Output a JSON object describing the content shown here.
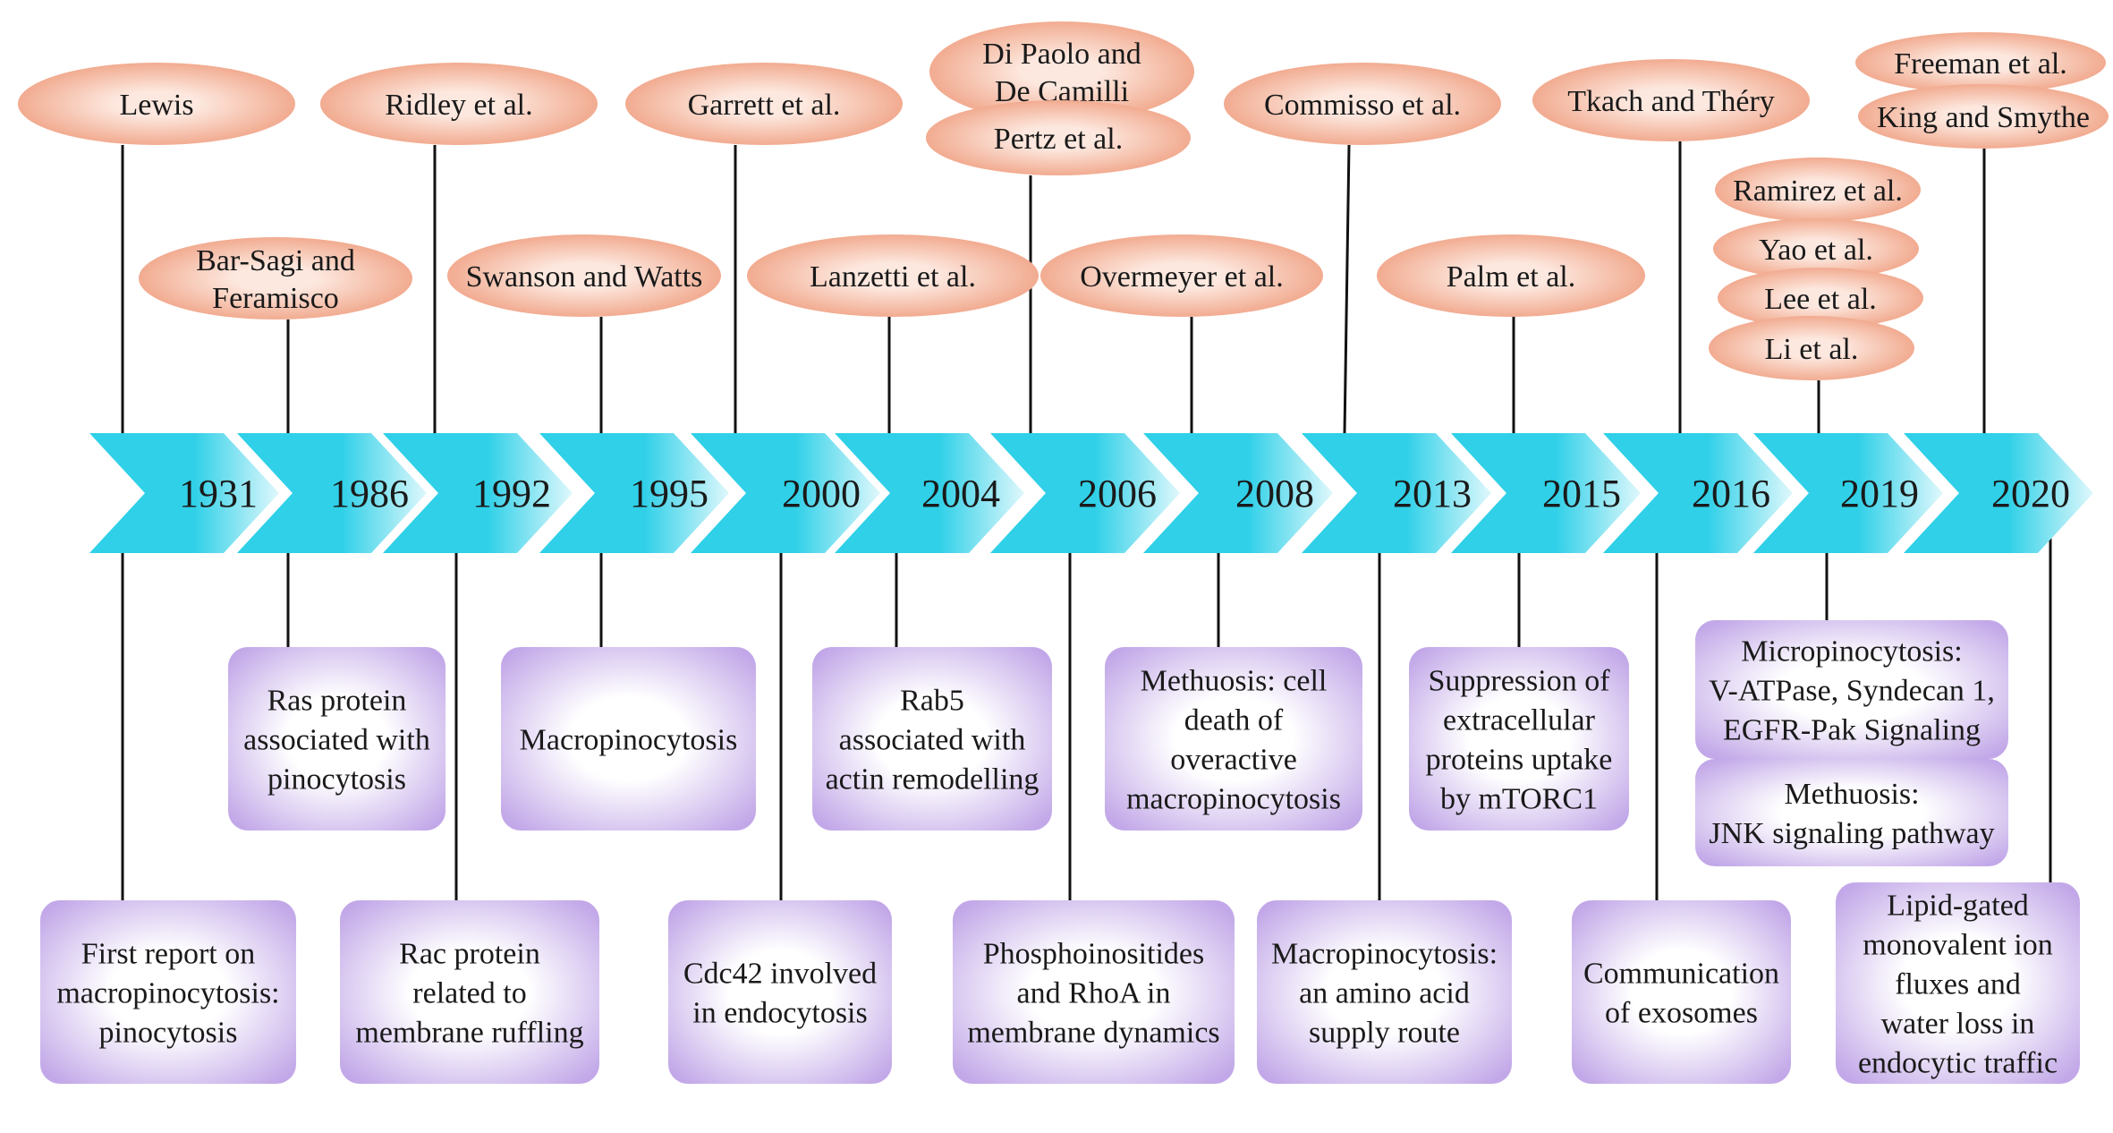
{
  "colors": {
    "arrow": "#2fd0e8",
    "arrow_light": "#dff8fc",
    "author_oval": "#ee9a7a",
    "author_oval_light": "#fde8df",
    "event_box": "#c2a8e8",
    "event_box_light": "#ffffff",
    "connector": "#111111"
  },
  "timeline": {
    "years": [
      "1931",
      "1986",
      "1992",
      "1995",
      "2000",
      "2004",
      "2006",
      "2008",
      "2013",
      "2015",
      "2016",
      "2019",
      "2020"
    ],
    "authors": [
      {
        "lines": [
          "Lewis"
        ]
      },
      {
        "lines": [
          "Bar-Sagi and",
          "Feramisco"
        ]
      },
      {
        "lines": [
          "Ridley et al."
        ]
      },
      {
        "lines": [
          "Swanson and Watts"
        ]
      },
      {
        "lines": [
          "Garrett et al."
        ]
      },
      {
        "lines": [
          "Lanzetti et al."
        ]
      },
      {
        "lines": [
          "Di Paolo and",
          "De Camilli"
        ]
      },
      {
        "lines": [
          "Pertz et al."
        ]
      },
      {
        "lines": [
          "Overmeyer et al."
        ]
      },
      {
        "lines": [
          "Commisso et al."
        ]
      },
      {
        "lines": [
          "Palm et al."
        ]
      },
      {
        "lines": [
          "Tkach and Théry"
        ]
      },
      {
        "lines": [
          "Ramirez et al."
        ]
      },
      {
        "lines": [
          "Yao et al."
        ]
      },
      {
        "lines": [
          "Lee et al."
        ]
      },
      {
        "lines": [
          "Li et al."
        ]
      },
      {
        "lines": [
          "Freeman et al."
        ]
      },
      {
        "lines": [
          "King and Smythe"
        ]
      }
    ],
    "events": [
      {
        "lines": [
          "First report on",
          "macropinocytosis:",
          "pinocytosis"
        ]
      },
      {
        "lines": [
          "Ras protein",
          "associated with",
          "pinocytosis"
        ]
      },
      {
        "lines": [
          "Rac protein",
          "related to",
          "membrane ruffling"
        ]
      },
      {
        "lines": [
          "Macropinocytosis"
        ]
      },
      {
        "lines": [
          "Cdc42 involved",
          "in endocytosis"
        ]
      },
      {
        "lines": [
          "Rab5",
          "associated with",
          "actin remodelling"
        ]
      },
      {
        "lines": [
          "Phosphoinositides",
          "and RhoA in",
          "membrane dynamics"
        ]
      },
      {
        "lines": [
          "Methuosis: cell",
          "death of",
          "overactive",
          "macropinocytosis"
        ]
      },
      {
        "lines": [
          "Macropinocytosis:",
          "an amino acid",
          "supply route"
        ]
      },
      {
        "lines": [
          "Suppression of",
          "extracellular",
          "proteins uptake",
          "by mTORC1"
        ]
      },
      {
        "lines": [
          "Communication",
          "of exosomes"
        ]
      },
      {
        "lines": [
          "Micropinocytosis:",
          "V-ATPase, Syndecan 1,",
          "EGFR-Pak Signaling"
        ]
      },
      {
        "lines": [
          "Methuosis:",
          "JNK signaling pathway"
        ]
      },
      {
        "lines": [
          "Lipid-gated",
          "monovalent ion",
          "fluxes and",
          "water loss in",
          "endocytic traffic"
        ]
      }
    ]
  }
}
